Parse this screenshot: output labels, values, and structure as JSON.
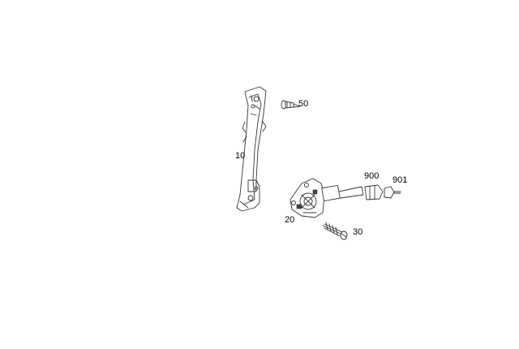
{
  "diagram": {
    "parts": [
      {
        "id": "regulator-rail",
        "number": "10"
      },
      {
        "id": "motor-assembly",
        "number": "20"
      },
      {
        "id": "screw",
        "number": "30"
      },
      {
        "id": "rivet",
        "number": "50"
      },
      {
        "id": "connector-housing",
        "number": "900"
      },
      {
        "id": "connector-plug",
        "number": "901"
      }
    ]
  }
}
